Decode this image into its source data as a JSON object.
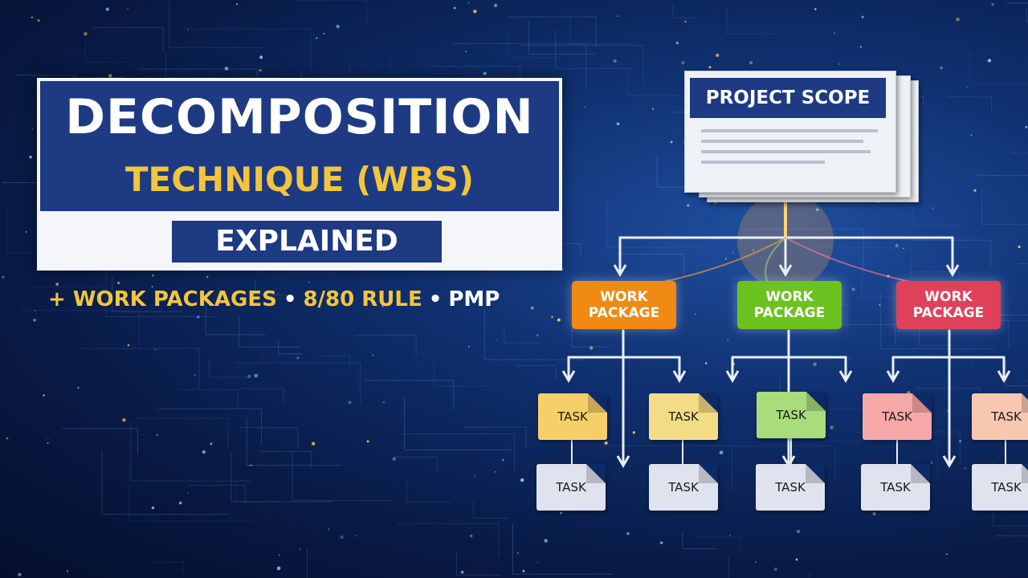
{
  "title": {
    "line1": "DECOMPOSITION",
    "line2": "TECHNIQUE (WBS)",
    "explained": "EXPLAINED"
  },
  "subline": {
    "part1": "+ WORK PACKAGES",
    "part2": "8/80 RULE",
    "part3": "PMP",
    "separator": "•"
  },
  "diagram": {
    "root_label": "PROJECT SCOPE",
    "work_packages": [
      {
        "line1": "WORK",
        "line2": "PACKAGE",
        "color": "#f08a12"
      },
      {
        "line1": "WORK",
        "line2": "PACKAGE",
        "color": "#6cc21f"
      },
      {
        "line1": "WORK",
        "line2": "PACKAGE",
        "color": "#e0415a"
      }
    ],
    "tasks": [
      {
        "label": "TASK",
        "color": "#f6cf6a"
      },
      {
        "label": "TASK",
        "color": "#f3dc86"
      },
      {
        "label": "TASK",
        "color": "#a9dc7a"
      },
      {
        "label": "TASK",
        "color": "#f6a8a8"
      },
      {
        "label": "TASK",
        "color": "#f7c7b0"
      },
      {
        "label": "TASK",
        "color": "#dfe3ee"
      },
      {
        "label": "TASK",
        "color": "#dfe3ee"
      },
      {
        "label": "TASK",
        "color": "#dfe3ee"
      },
      {
        "label": "TASK",
        "color": "#dfe3ee"
      },
      {
        "label": "TASK",
        "color": "#dfe3ee"
      }
    ]
  },
  "colors": {
    "navy": "#1d3a83",
    "gold": "#f2c53d",
    "glow": "#ffb347"
  }
}
